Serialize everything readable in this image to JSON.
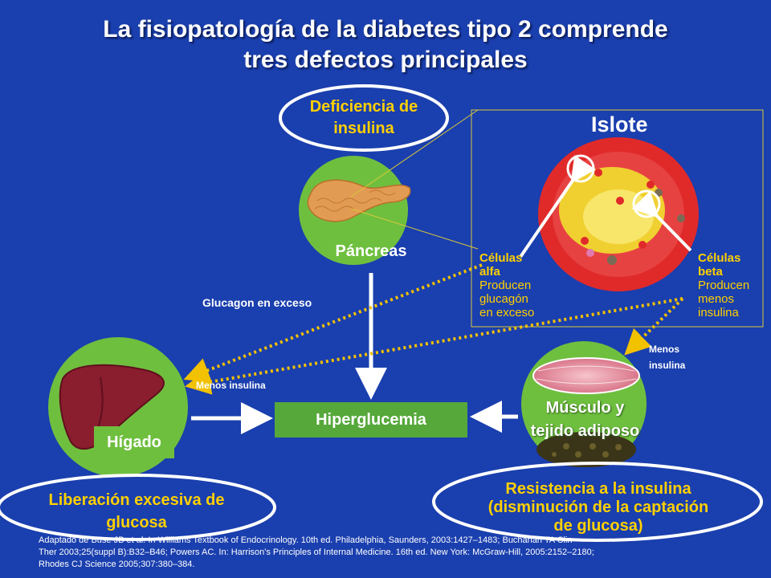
{
  "title": {
    "line1": "La fisiopatología de la diabetes tipo 2 comprende",
    "line2": "tres defectos principales"
  },
  "deficiencia": {
    "line1": "Deficiencia de",
    "line2": "insulina"
  },
  "pancreas_label": "Páncreas",
  "islote_label": "Islote",
  "alfa": {
    "l1": "Células",
    "l2": "alfa",
    "l3": "Producen",
    "l4": "glucagón",
    "l5": "en exceso"
  },
  "beta": {
    "l1": "Células",
    "l2": "beta",
    "l3": "Producen",
    "l4": "menos",
    "l5": "insulina"
  },
  "glucagon_exceso": "Glucagon en exceso",
  "menos_insulina_left": "Menos insulina",
  "menos_insulina_right": {
    "l1": "Menos",
    "l2": "insulina"
  },
  "hiperglucemia": "Hiperglucemia",
  "higado": "Hígado",
  "musculo": {
    "l1": "Músculo y",
    "l2": "tejido adiposo"
  },
  "liberacion": {
    "line1": "Liberación excesiva de",
    "line2": "glucosa"
  },
  "resistencia": {
    "line1": "Resistencia a la insulina",
    "line2": "(disminución de la captación",
    "line3": "de glucosa)"
  },
  "references": {
    "line1": "Adaptado de Buse JB et al. In Williams Textbook of Endocrinology. 10th ed. Philadelphia, Saunders, 2003:1427–1483; Buchanan TA Clin",
    "line2": "Ther 2003;25(suppl B):B32–B46; Powers AC. In: Harrison's Principles of Internal Medicine. 16th ed. New York: McGraw-Hill, 2005:2152–2180;",
    "line3": "Rhodes CJ Science 2005;307:380–384."
  },
  "colors": {
    "background": "#1a3fae",
    "green_circle": "#6fbf3f",
    "highlight_text": "#ffd000",
    "dotted_arrow": "#f2c100"
  }
}
